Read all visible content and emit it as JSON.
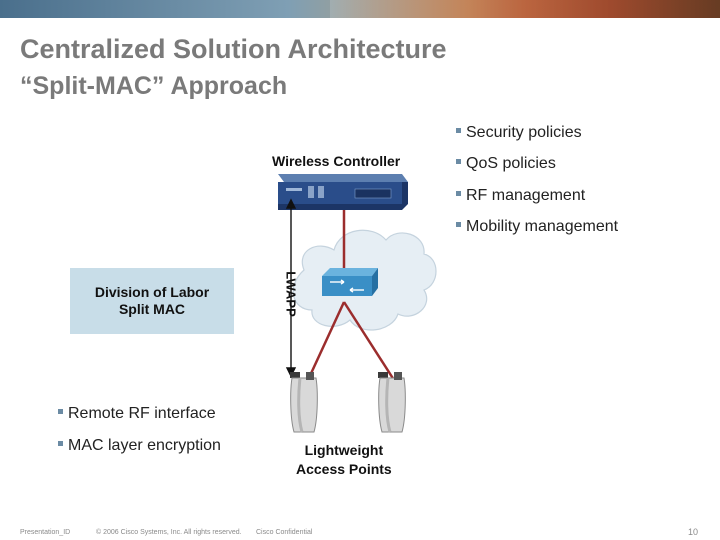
{
  "title": "Centralized Solution Architecture",
  "subtitle": "“Split-MAC” Approach",
  "controller_label": "Wireless Controller",
  "controller_bullets": [
    "Security policies",
    "QoS policies",
    "RF management",
    "Mobility management"
  ],
  "division_of_labor": {
    "line1": "Division of Labor",
    "line2": "Split MAC"
  },
  "protocol_label": "LWAPP",
  "ap_bullets": [
    "Remote RF interface",
    "MAC layer encryption"
  ],
  "ap_label": {
    "line1": "Lightweight",
    "line2": "Access Points"
  },
  "footer": {
    "presentation_id": "Presentation_ID",
    "copyright": "© 2006 Cisco Systems, Inc. All rights reserved.",
    "confidential": "Cisco Confidential",
    "page_number": "10"
  },
  "colors": {
    "title": "#7a7a7a",
    "link_lines": "#9b2d2d",
    "box_fill": "#c8dde8",
    "cloud_fill": "#e6eef4",
    "switch_fill": "#3a8fc6"
  }
}
